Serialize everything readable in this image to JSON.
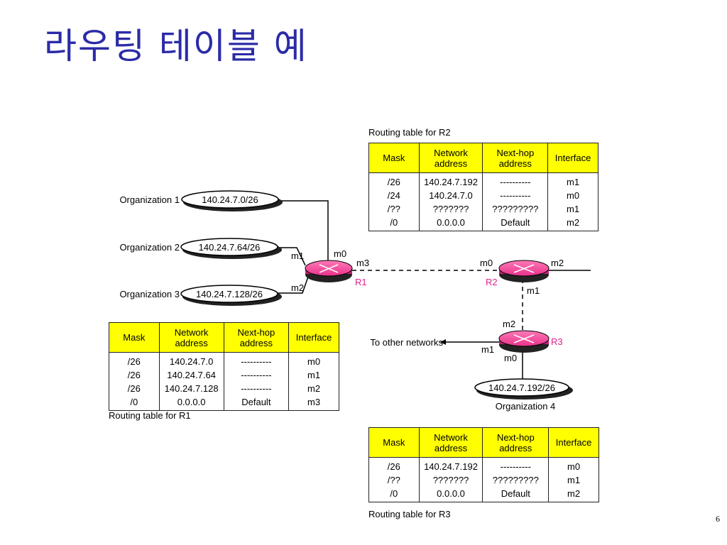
{
  "title": "라우팅 테이블 예",
  "page_number": "6",
  "colors": {
    "title": "#2b2ba8",
    "router": "#e8318a",
    "router_label": "#e0218a",
    "header_fill": "#ffff00"
  },
  "table_headers": [
    "Mask",
    "Network address",
    "Next-hop address",
    "Interface"
  ],
  "r1_table": {
    "caption": "Routing table for R1",
    "headers": [
      "Mask",
      "Network address",
      "Next-hop address",
      "Interface"
    ],
    "rows": [
      [
        "/26",
        "140.24.7.0",
        "----------",
        "m0"
      ],
      [
        "/26",
        "140.24.7.64",
        "----------",
        "m1"
      ],
      [
        "/26",
        "140.24.7.128",
        "----------",
        "m2"
      ],
      [
        "/0",
        "0.0.0.0",
        "Default",
        "m3"
      ]
    ]
  },
  "r2_table": {
    "caption": "Routing table for R2",
    "headers": [
      "Mask",
      "Network address",
      "Next-hop address",
      "Interface"
    ],
    "rows": [
      [
        "/26",
        "140.24.7.192",
        "----------",
        "m1"
      ],
      [
        "/24",
        "140.24.7.0",
        "----------",
        "m0"
      ],
      [
        "/??",
        "???????",
        "?????????",
        "m1"
      ],
      [
        "/0",
        "0.0.0.0",
        "Default",
        "m2"
      ]
    ]
  },
  "r3_table": {
    "caption": "Routing table for R3",
    "headers": [
      "Mask",
      "Network address",
      "Next-hop address",
      "Interface"
    ],
    "rows": [
      [
        "/26",
        "140.24.7.192",
        "----------",
        "m0"
      ],
      [
        "/??",
        "???????",
        "?????????",
        "m1"
      ],
      [
        "/0",
        "0.0.0.0",
        "Default",
        "m2"
      ]
    ]
  },
  "diagram": {
    "org1": {
      "label": "Organization 1",
      "network": "140.24.7.0/26"
    },
    "org2": {
      "label": "Organization 2",
      "network": "140.24.7.64/26"
    },
    "org3": {
      "label": "Organization 3",
      "network": "140.24.7.128/26"
    },
    "org4": {
      "label": "Organization 4",
      "network": "140.24.7.192/26"
    },
    "other_networks": "To other networks",
    "r1": {
      "name": "R1",
      "m0": "m0",
      "m1": "m1",
      "m2": "m2",
      "m3": "m3"
    },
    "r2": {
      "name": "R2",
      "m0": "m0",
      "m1": "m1",
      "m2": "m2"
    },
    "r3": {
      "name": "R3",
      "m0": "m0",
      "m1": "m1",
      "m2": "m2"
    }
  }
}
